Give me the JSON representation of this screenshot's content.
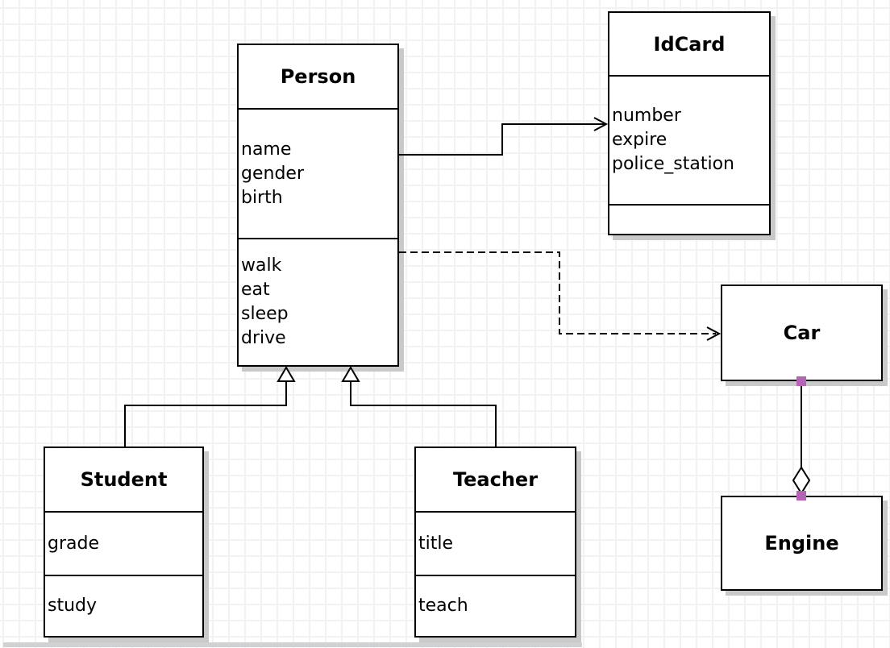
{
  "diagram": {
    "type": "uml-class-diagram",
    "classes": [
      {
        "name": "Person",
        "attributes": [
          "name",
          "gender",
          "birth"
        ],
        "methods": [
          "walk",
          "eat",
          "sleep",
          "drive"
        ]
      },
      {
        "name": "IdCard",
        "attributes": [
          "number",
          "expire",
          "police_station"
        ],
        "methods": []
      },
      {
        "name": "Car",
        "attributes": [],
        "methods": []
      },
      {
        "name": "Engine",
        "attributes": [],
        "methods": []
      },
      {
        "name": "Student",
        "attributes": [
          "grade"
        ],
        "methods": [
          "study"
        ]
      },
      {
        "name": "Teacher",
        "attributes": [
          "title"
        ],
        "methods": [
          "teach"
        ]
      }
    ],
    "relationships": [
      {
        "from": "Person",
        "to": "IdCard",
        "type": "association",
        "line": "solid",
        "arrow": "open-arrow"
      },
      {
        "from": "Person",
        "to": "Car",
        "type": "dependency",
        "line": "dashed",
        "arrow": "open-arrow"
      },
      {
        "from": "Student",
        "to": "Person",
        "type": "generalization",
        "line": "solid",
        "arrow": "hollow-triangle"
      },
      {
        "from": "Teacher",
        "to": "Person",
        "type": "generalization",
        "line": "solid",
        "arrow": "hollow-triangle"
      },
      {
        "from": "Car",
        "to": "Engine",
        "type": "aggregation",
        "line": "solid",
        "arrow": "hollow-diamond",
        "endpoint_handles": 2
      }
    ],
    "colors": {
      "line": "#000000",
      "box_fill": "#ffffff",
      "box_border": "#000000",
      "box_shadow": "#c9c9c9",
      "grid_line": "#f2f2f4",
      "background": "#ffffff",
      "endpoint_handle": "#b564b5",
      "canvas_edge": "#ced2d5"
    }
  }
}
